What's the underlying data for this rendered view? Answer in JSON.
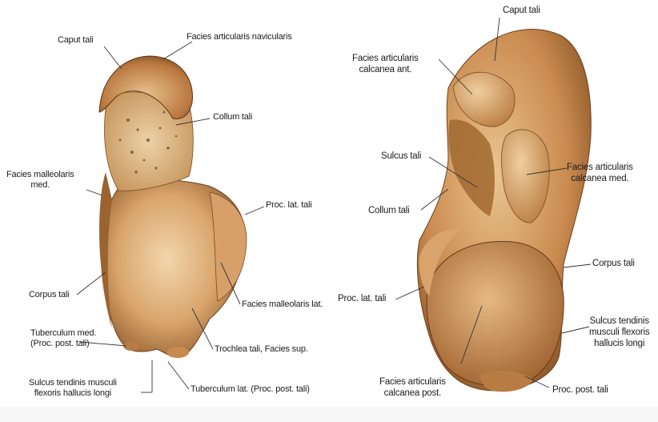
{
  "left_view": {
    "caput_tali": "Caput tali",
    "facies_articularis_navicularis": "Facies articularis navicularis",
    "collum_tali": "Collum tali",
    "facies_malleolaris_med_1": "Facies malleolaris",
    "facies_malleolaris_med_2": "med.",
    "proc_lat_tali": "Proc. lat. tali",
    "corpus_tali": "Corpus tali",
    "facies_malleolaris_lat": "Facies malleolaris lat.",
    "tuberculum_med_1": "Tuberculum med.",
    "tuberculum_med_2": "(Proc. post. tali)",
    "trochlea_tali": "Trochlea tali, Facies sup.",
    "sulcus_tendinis_1": "Sulcus tendinis musculi",
    "sulcus_tendinis_2": "flexoris hallucis longi",
    "tuberculum_lat": "Tuberculum lat. (Proc. post. tali)"
  },
  "right_view": {
    "caput_tali": "Caput tali",
    "facies_calcanea_ant_1": "Facies articularis",
    "facies_calcanea_ant_2": "calcanea ant.",
    "sulcus_tali": "Sulcus tali",
    "facies_calcanea_med_1": "Facies articularis",
    "facies_calcanea_med_2": "calcanea med.",
    "collum_tali": "Collum tali",
    "corpus_tali": "Corpus tali",
    "proc_lat_tali": "Proc. lat. tali",
    "sulcus_tendinis_1": "Sulcus tendinis",
    "sulcus_tendinis_2": "musculi flexoris",
    "sulcus_tendinis_3": "hallucis longi",
    "facies_calcanea_post_1": "Facies articularis",
    "facies_calcanea_post_2": "calcanea post.",
    "proc_post_tali": "Proc. post. tali"
  },
  "colors": {
    "bone_light": "#e6bf8c",
    "bone_mid": "#c98e55",
    "bone_dark": "#7a4a22",
    "leader": "#333333"
  }
}
